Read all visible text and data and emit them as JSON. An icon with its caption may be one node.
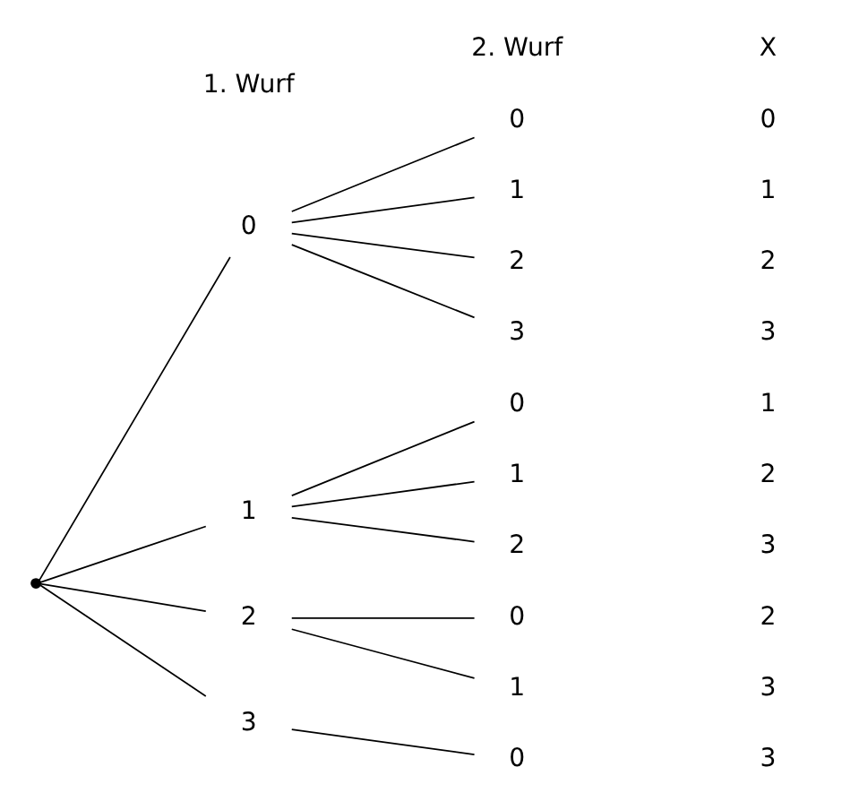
{
  "diagram": {
    "nodes": [
      {
        "text": [],
        "shape": "circle"
      },
      {
        "text": [
          "0"
        ]
      },
      {
        "text": [
          "1"
        ]
      },
      {
        "text": [
          "2"
        ]
      },
      {
        "text": [
          "3"
        ]
      },
      {
        "text": [
          "0"
        ]
      },
      {
        "text": [
          "1"
        ]
      },
      {
        "text": [
          "2"
        ]
      },
      {
        "text": [
          "3"
        ]
      },
      {
        "text": [
          "0"
        ]
      },
      {
        "text": [
          "1"
        ]
      },
      {
        "text": [
          "2"
        ]
      },
      {
        "text": [
          "0"
        ]
      },
      {
        "text": [
          "1"
        ]
      },
      {
        "text": [
          "0"
        ]
      }
    ],
    "edges": [
      {
        "from": 0,
        "to": 1,
        "arrow": "none"
      },
      {
        "from": 0,
        "to": 2,
        "arrow": "none"
      },
      {
        "from": 0,
        "to": 3,
        "arrow": "none"
      },
      {
        "from": 0,
        "to": 4,
        "arrow": "none"
      },
      {
        "from": 1,
        "to": 5,
        "arrow": "none"
      },
      {
        "from": 1,
        "to": 6,
        "arrow": "none"
      },
      {
        "from": 1,
        "to": 7,
        "arrow": "none"
      },
      {
        "from": 1,
        "to": 8,
        "arrow": "none"
      },
      {
        "from": 2,
        "to": 9,
        "arrow": "none"
      },
      {
        "from": 2,
        "to": 10,
        "arrow": "none"
      },
      {
        "from": 2,
        "to": 11,
        "arrow": "none"
      },
      {
        "from": 3,
        "to": 12,
        "arrow": "none"
      },
      {
        "from": 3,
        "to": 13,
        "arrow": "none"
      },
      {
        "from": 4,
        "to": 14,
        "arrow": "none"
      }
    ],
    "labels": [
      "1. Wurf",
      "2. Wurf",
      "X",
      "0",
      "1",
      "2",
      "3",
      "1",
      "2",
      "3",
      "2",
      "3",
      "3"
    ]
  }
}
